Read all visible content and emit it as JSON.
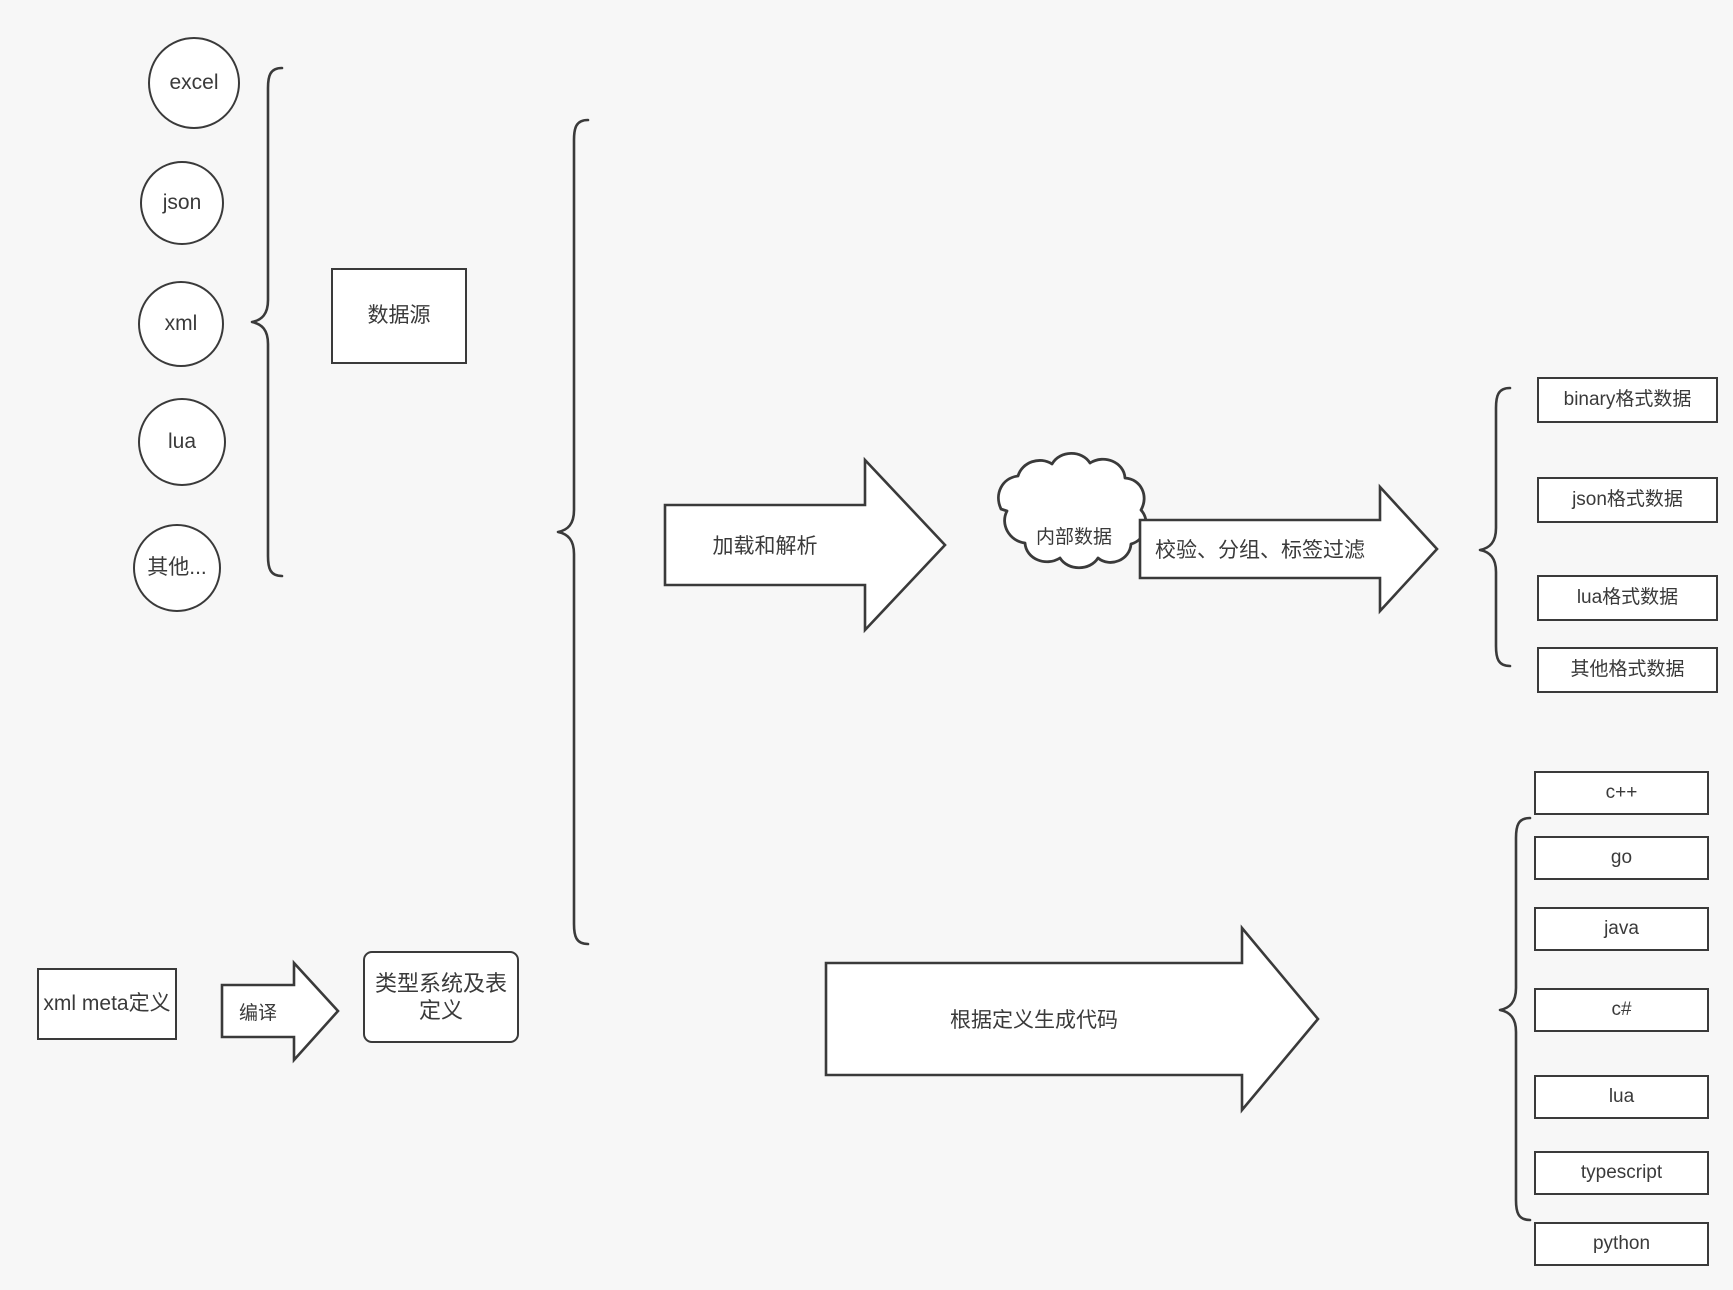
{
  "diagram": {
    "title": "data pipeline flow diagram",
    "background_color": "#f7f7f7",
    "stroke_color": "#3a3a3a",
    "fill_color": "#ffffff"
  },
  "sources": {
    "items": [
      {
        "label": "excel"
      },
      {
        "label": "json"
      },
      {
        "label": "xml"
      },
      {
        "label": "lua"
      },
      {
        "label": "其他..."
      }
    ],
    "group_label": "数据源"
  },
  "meta": {
    "input_label": "xml meta定义",
    "compile_arrow_label": "编译",
    "output_label": "类型系统及表定义"
  },
  "pipeline": {
    "load_arrow_label": "加载和解析",
    "cloud_label": "内部数据",
    "filter_arrow_label": "校验、分组、标签过滤",
    "codegen_arrow_label": "根据定义生成代码"
  },
  "outputs": {
    "formats": [
      {
        "label": "binary格式数据"
      },
      {
        "label": "json格式数据"
      },
      {
        "label": "lua格式数据"
      },
      {
        "label": "其他格式数据"
      }
    ],
    "languages": [
      {
        "label": "c++"
      },
      {
        "label": "go"
      },
      {
        "label": "java"
      },
      {
        "label": "c#"
      },
      {
        "label": "lua"
      },
      {
        "label": "typescript"
      },
      {
        "label": "python"
      }
    ]
  }
}
